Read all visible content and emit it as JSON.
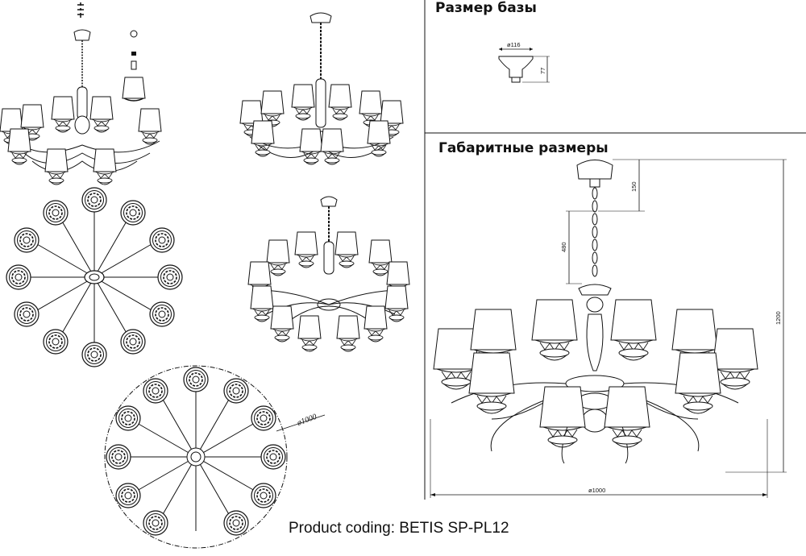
{
  "headings": {
    "base_size": "Размер базы",
    "overall_size": "Габаритные размеры"
  },
  "product_coding": "Product coding: BETIS SP-PL12",
  "dimensions": {
    "base_diameter": "ø116",
    "base_height": "77",
    "canopy_height": "150",
    "chain_length": "480",
    "total_height": "1200",
    "width": "ø1000",
    "top_view_diameter": "ø1000"
  }
}
